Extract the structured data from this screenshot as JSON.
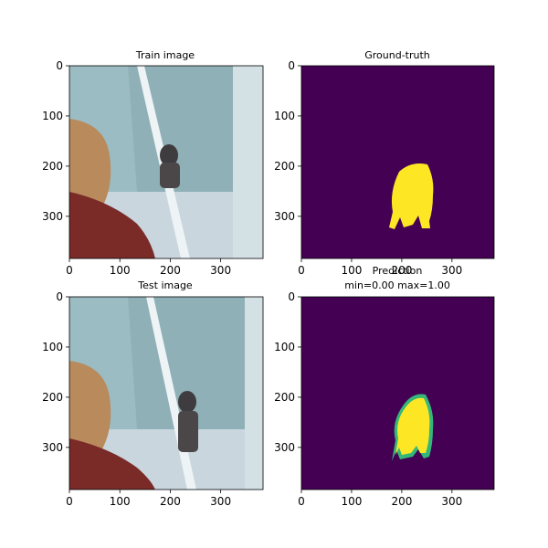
{
  "panels": [
    {
      "id": "train",
      "title_lines": [
        "Train image"
      ],
      "kind": "photo",
      "x_ticks": [
        0,
        100,
        200,
        300
      ],
      "y_ticks": [
        0,
        100,
        200,
        300
      ],
      "x_range": [
        0,
        384
      ],
      "y_range": [
        0,
        384
      ]
    },
    {
      "id": "ground_truth",
      "title_lines": [
        "Ground-truth"
      ],
      "kind": "mask",
      "x_ticks": [
        0,
        100,
        200,
        300
      ],
      "y_ticks": [
        0,
        100,
        200,
        300
      ],
      "x_range": [
        0,
        384
      ],
      "y_range": [
        0,
        384
      ]
    },
    {
      "id": "test",
      "title_lines": [
        "Test image"
      ],
      "kind": "photo",
      "x_ticks": [
        0,
        100,
        200,
        300
      ],
      "y_ticks": [
        0,
        100,
        200,
        300
      ],
      "x_range": [
        0,
        384
      ],
      "y_range": [
        0,
        384
      ]
    },
    {
      "id": "prediction",
      "title_lines": [
        "Prediction",
        "min=0.00 max=1.00"
      ],
      "kind": "mask",
      "x_ticks": [
        0,
        100,
        200,
        300
      ],
      "y_ticks": [
        0,
        100,
        200,
        300
      ],
      "x_range": [
        0,
        384
      ],
      "y_range": [
        0,
        384
      ]
    }
  ],
  "colors": {
    "mask_background": "#440154",
    "mask_foreground": "#fde725",
    "mask_edge": "#35b779",
    "photo_wall": "#8fb0b6",
    "photo_floor": "#c9d6de",
    "photo_hair": "#b88a5c",
    "photo_shirt": "#7a2b28",
    "photo_pole": "#eef3f6",
    "photo_animal": "#3f3c40"
  },
  "icons": {
    "train": "photo-placeholder",
    "test": "photo-placeholder"
  }
}
